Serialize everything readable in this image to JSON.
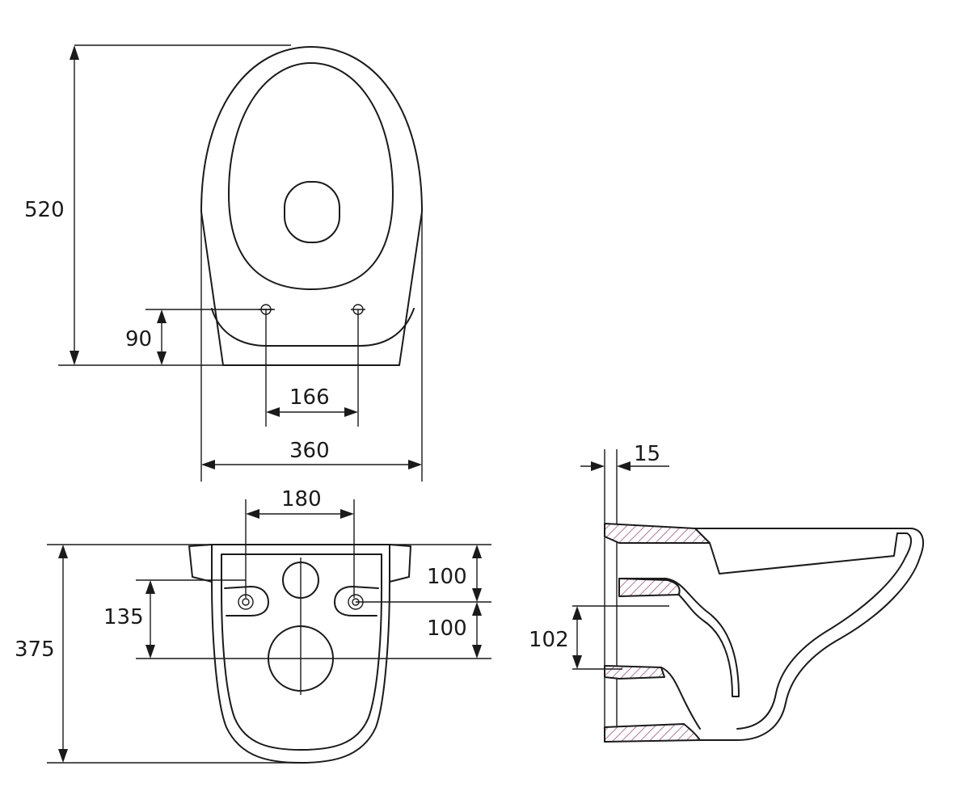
{
  "dimensions": {
    "top_height": "520",
    "top_bolt_offset": "90",
    "top_bolt_spacing": "166",
    "top_width": "360",
    "rear_bolt_spacing": "180",
    "rear_total_height": "375",
    "rear_bolt_height": "135",
    "rear_upper_gap": "100",
    "rear_lower_gap": "100",
    "side_wall_thickness": "15",
    "side_outlet_height": "102"
  },
  "colors": {
    "line": "#1a1a1a",
    "hatch": "#b0789c"
  }
}
